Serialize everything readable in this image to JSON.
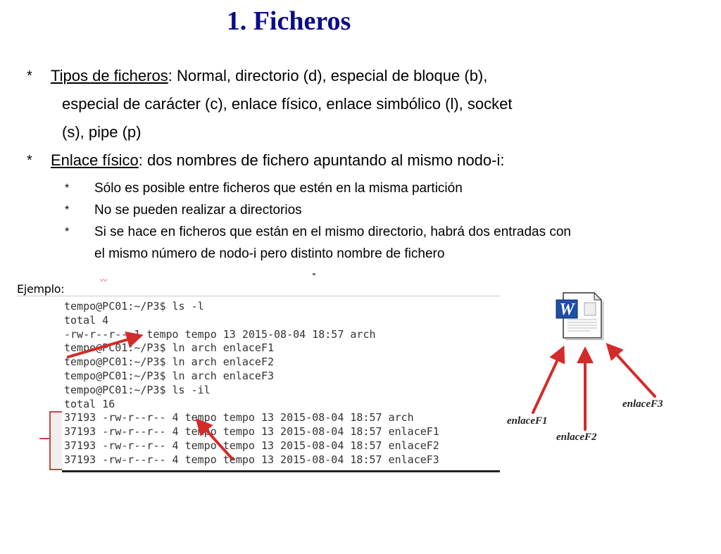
{
  "slide": {
    "title": "1. Ficheros",
    "bullets": [
      {
        "star": "*",
        "lead": "Tipos de ficheros",
        "text_first": ": Normal, directorio (d), especial de bloque (b),",
        "continuation": [
          "especial de carácter (c), enlace físico, enlace simbólico (l), socket",
          "(s), pipe (p)"
        ]
      },
      {
        "star": "*",
        "lead": "Enlace físico",
        "text_first": ": dos nombres de fichero apuntando al mismo nodo-i:"
      }
    ],
    "sub_bullets": [
      {
        "star": "*",
        "text": "Sólo es posible entre ficheros que estén en la misma partición"
      },
      {
        "star": "*",
        "text": "No se pueden realizar a directorios"
      },
      {
        "star": "*",
        "text": "Si se hace en ficheros que están en el mismo directorio, habrá dos entradas con",
        "continuation": "el mismo número de nodo-i pero distinto nombre de fichero"
      }
    ]
  },
  "example": {
    "label": "Ejemplo:",
    "terminal_lines": [
      "tempo@PC01:~/P3$ ls -l",
      "total 4",
      "-rw-r--r-- 1 tempo tempo 13 2015-08-04 18:57 arch",
      "tempo@PC01:~/P3$ ln arch enlaceF1",
      "tempo@PC01:~/P3$ ln arch enlaceF2",
      "tempo@PC01:~/P3$ ln arch enlaceF3",
      "tempo@PC01:~/P3$ ls -il",
      "total 16",
      "37193 -rw-r--r-- 4 tempo tempo 13 2015-08-04 18:57 arch",
      "37193 -rw-r--r-- 4 tempo tempo 13 2015-08-04 18:57 enlaceF1",
      "37193 -rw-r--r-- 4 tempo tempo 13 2015-08-04 18:57 enlaceF2",
      "37193 -rw-r--r-- 4 tempo tempo 13 2015-08-04 18:57 enlaceF3"
    ]
  },
  "diagram": {
    "icon": "word-document-icon",
    "icon_letter": "W",
    "links": [
      "enlaceF1",
      "enlaceF2",
      "enlaceF3"
    ]
  },
  "colors": {
    "title": "#0b0b8a",
    "arrow": "#d42a2a",
    "brace": "#c44444"
  }
}
